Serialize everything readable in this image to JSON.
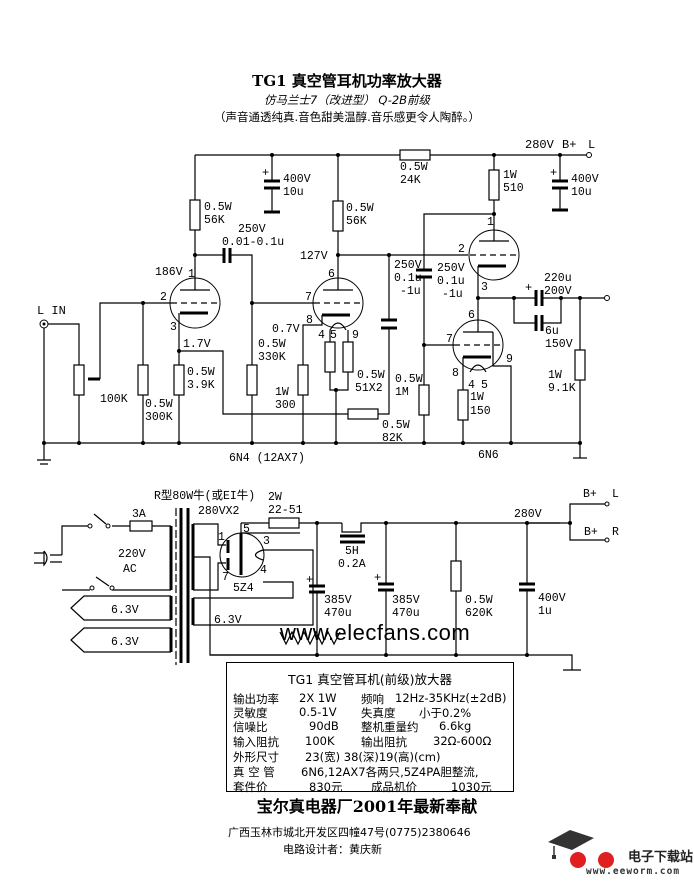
{
  "header": {
    "title": "TG1 真空管耳机功率放大器",
    "subtitle": "仿马兰士7（改进型） Q-2B前级",
    "tagline": "（声音通透纯真.音色甜美温醇.音乐感更令人陶醉。）"
  },
  "amp_stage": {
    "supply": {
      "voltage": "280V",
      "rail": "B+",
      "channel": "L"
    },
    "input_label": "L IN",
    "tube1_name": "6N4 (12AX7)",
    "tube2_name": "6N6",
    "voltages": {
      "v1_plate": "186V",
      "v1_cathode": "1.7V",
      "v2_plate": "127V",
      "v2_cathode": "0.7V"
    },
    "pins": {
      "one": "1",
      "two": "2",
      "three": "3",
      "four": "4",
      "five": "5",
      "six": "6",
      "seven": "7",
      "eight": "8",
      "nine": "9"
    },
    "components": {
      "pot": "100K",
      "r_grid": [
        "0.5W",
        "300K"
      ],
      "r_cathode1": [
        "0.5W",
        "3.9K"
      ],
      "r_plate1": [
        "0.5W",
        "56K"
      ],
      "c_filter1": [
        "400V",
        "10u"
      ],
      "c_coupling1": [
        "250V",
        "0.01-0.1u"
      ],
      "r_grid2": [
        "0.5W",
        "330K"
      ],
      "r_plate2": [
        "0.5W",
        "56K"
      ],
      "r_cathode2": [
        "1W",
        "300"
      ],
      "r_heater": [
        "0.5W",
        "51X2"
      ],
      "r_feedback": [
        "0.5W",
        "82K"
      ],
      "c_coupling2": [
        "250V",
        "0.1u",
        "-1u"
      ],
      "c_coupling3": [
        "250V",
        "0.1u",
        "-1u"
      ],
      "r_grid3": [
        "0.5W",
        "1M"
      ],
      "r_dropper": [
        "0.5W",
        "24K"
      ],
      "r_plate3": [
        "1W",
        "510"
      ],
      "c_filter2": [
        "400V",
        "10u"
      ],
      "r_cathode3": [
        "1W",
        "150"
      ],
      "c_out_main": [
        "220u",
        "200V"
      ],
      "c_out_bypass": [
        "6u",
        "150V"
      ],
      "r_load": [
        "1W",
        "9.1K"
      ]
    },
    "plus_sign": "+"
  },
  "power_supply": {
    "transformer": "R型80W牛(或EI牛)",
    "secondary": "280VX2",
    "fuse": "3A",
    "mains": [
      "220V",
      "AC"
    ],
    "heater_windings": [
      "6.3V",
      "6.3V",
      "6.3V"
    ],
    "rectifier": "5Z4",
    "r_series": [
      "2W",
      "22-51"
    ],
    "choke": [
      "5H",
      "0.2A"
    ],
    "c1": [
      "385V",
      "470u"
    ],
    "c2": [
      "385V",
      "470u"
    ],
    "r_bleeder": [
      "0.5W",
      "620K"
    ],
    "c3": [
      "400V",
      "1u"
    ],
    "output_voltage": "280V",
    "outputs": [
      {
        "rail": "B+",
        "channel": "L"
      },
      {
        "rail": "B+",
        "channel": "R"
      }
    ],
    "plus_sign": "+"
  },
  "watermark": "www.elecfans.com",
  "specs": {
    "title": "TG1  真空管耳机(前级)放大器",
    "rows": [
      {
        "k1": "输出功率",
        "v1": "2X  1W",
        "k2": "频响",
        "v2": "12Hz-35KHz(±2dB)"
      },
      {
        "k1": "灵敏度",
        "v1": "0.5-1V",
        "k2": "失真度",
        "v2": "小于0.2%"
      },
      {
        "k1": "信噪比",
        "v1": "90dB",
        "k2": "整机重量约",
        "v2": "6.6kg"
      },
      {
        "k1": "输入阻抗",
        "v1": "100K",
        "k2": "输出阻抗",
        "v2": "32Ω-600Ω"
      },
      {
        "k1": "外形尺寸",
        "v1": "23(宽) 38(深)19(高)(cm)",
        "k2": "",
        "v2": ""
      },
      {
        "k1": "真 空 管",
        "v1": "6N6,12AX7各两只,5Z4PA胆整流,",
        "k2": "",
        "v2": ""
      },
      {
        "k1": "套件价",
        "v1": "830元",
        "k2": "成品机价",
        "v2": "1030元"
      }
    ]
  },
  "footer": {
    "maker": "宝尔真电器厂2001年最新奉献",
    "address": "广西玉林市城北开发区四幢47号(0775)2380646",
    "designer": "电路设计者：黄庆新"
  },
  "logo": {
    "brand": "电子下载站",
    "url": "www.eeworm.com",
    "icon": "graduation-cap-icon",
    "color": "#e02020"
  }
}
